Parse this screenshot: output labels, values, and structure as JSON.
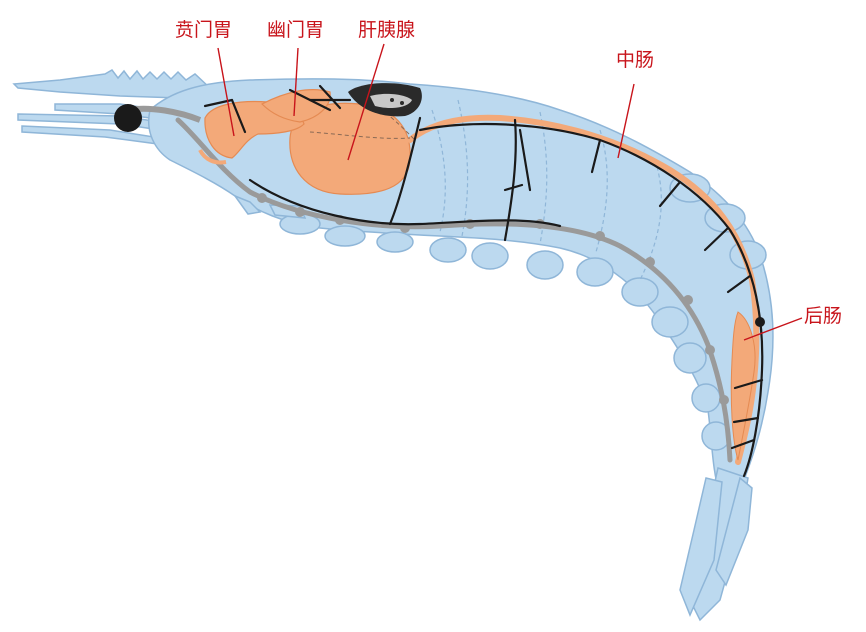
{
  "diagram": {
    "labels": {
      "cardiac_stomach": "贲门胃",
      "pyloric_stomach": "幽门胃",
      "hepatopancreas": "肝胰腺",
      "midgut": "中肠",
      "hindgut": "后肠"
    },
    "colors": {
      "body_fill": "#bcd9ef",
      "body_outline": "#8fb6d8",
      "gut": "#f3a979",
      "gut_dark": "#e58a52",
      "nerve": "#9a9a9a",
      "vessel": "#1a1a1a",
      "label": "#c8141b"
    }
  }
}
